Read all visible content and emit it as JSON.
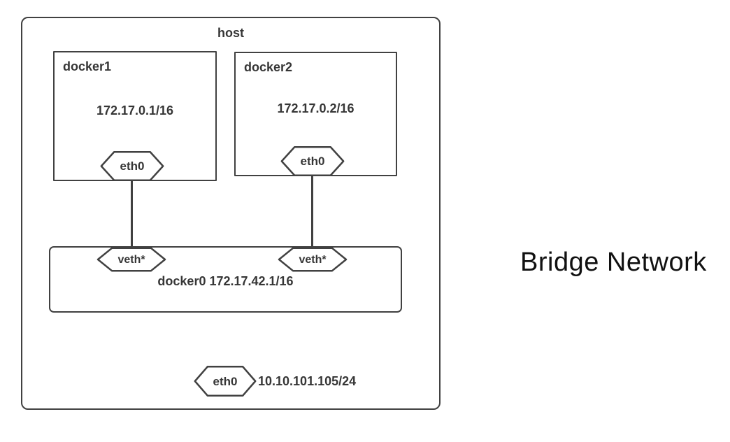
{
  "diagram": {
    "host_label": "host",
    "containers": [
      {
        "name": "docker1",
        "ip": "172.17.0.1/16",
        "port_label": "eth0"
      },
      {
        "name": "docker2",
        "ip": "172.17.0.2/16",
        "port_label": "eth0"
      }
    ],
    "bridge": {
      "label": "docker0 172.17.42.1/16",
      "port_labels": [
        "veth*",
        "veth*"
      ]
    },
    "host_interface": {
      "port_label": "eth0",
      "ip": "10.10.101.105/24"
    },
    "caption": "Bridge Network",
    "colors": {
      "stroke": "#414141",
      "text": "#363636",
      "caption": "#111111",
      "background": "#ffffff"
    }
  }
}
